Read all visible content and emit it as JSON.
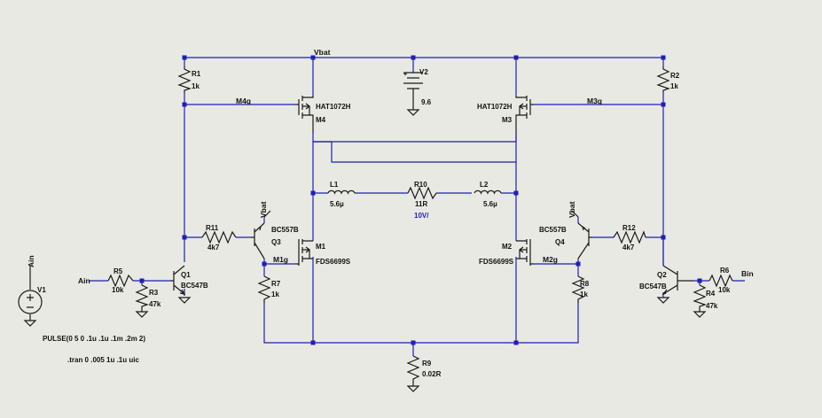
{
  "nets": {
    "vbat_top": "Vbat",
    "m4g": "M4g",
    "m3g": "M3g",
    "m1g": "M1g",
    "m2g": "M2g",
    "ain": "Ain",
    "bin": "Bin",
    "ain_src": "Ain",
    "vbat_q3": "Vbat",
    "vbat_q4": "Vbat"
  },
  "components": {
    "r1": {
      "name": "R1",
      "value": "1k"
    },
    "r2": {
      "name": "R2",
      "value": "1k"
    },
    "v2": {
      "name": "V2",
      "value": "9.6"
    },
    "m4": {
      "name": "M4",
      "model": "HAT1072H"
    },
    "m3": {
      "name": "M3",
      "model": "HAT1072H"
    },
    "l1": {
      "name": "L1",
      "value": "5.6µ"
    },
    "r10": {
      "name": "R10",
      "value": "11R",
      "annotation": "10V/"
    },
    "l2": {
      "name": "L2",
      "value": "5.6µ"
    },
    "r11": {
      "name": "R11",
      "value": "4k7"
    },
    "q3": {
      "name": "Q3",
      "model": "BC557B"
    },
    "m1": {
      "name": "M1",
      "model": "FDS6699S"
    },
    "m2": {
      "name": "M2",
      "model": "FDS6699S"
    },
    "q4": {
      "name": "Q4",
      "model": "BC557B"
    },
    "r12": {
      "name": "R12",
      "value": "4k7"
    },
    "r5": {
      "name": "R5",
      "value": "10k"
    },
    "r3": {
      "name": "R3",
      "value": "47k"
    },
    "q1": {
      "name": "Q1",
      "model": "BC547B"
    },
    "r7": {
      "name": "R7",
      "value": "1k"
    },
    "r8": {
      "name": "R8",
      "value": "1k"
    },
    "q2": {
      "name": "Q2",
      "model": "BC547B"
    },
    "r6": {
      "name": "R6",
      "value": "10k"
    },
    "r4": {
      "name": "R4",
      "value": "47k"
    },
    "r9": {
      "name": "R9",
      "value": "0.02R"
    },
    "v1": {
      "name": "V1",
      "value": "PULSE(0 5 0 .1u .1u .1m .2m 2)"
    }
  },
  "directive": ".tran 0 .005 1u .1u uic",
  "colors": {
    "wire": "#1f1fb3",
    "component": "#1a1a1a",
    "background": "#e9e9e3"
  }
}
